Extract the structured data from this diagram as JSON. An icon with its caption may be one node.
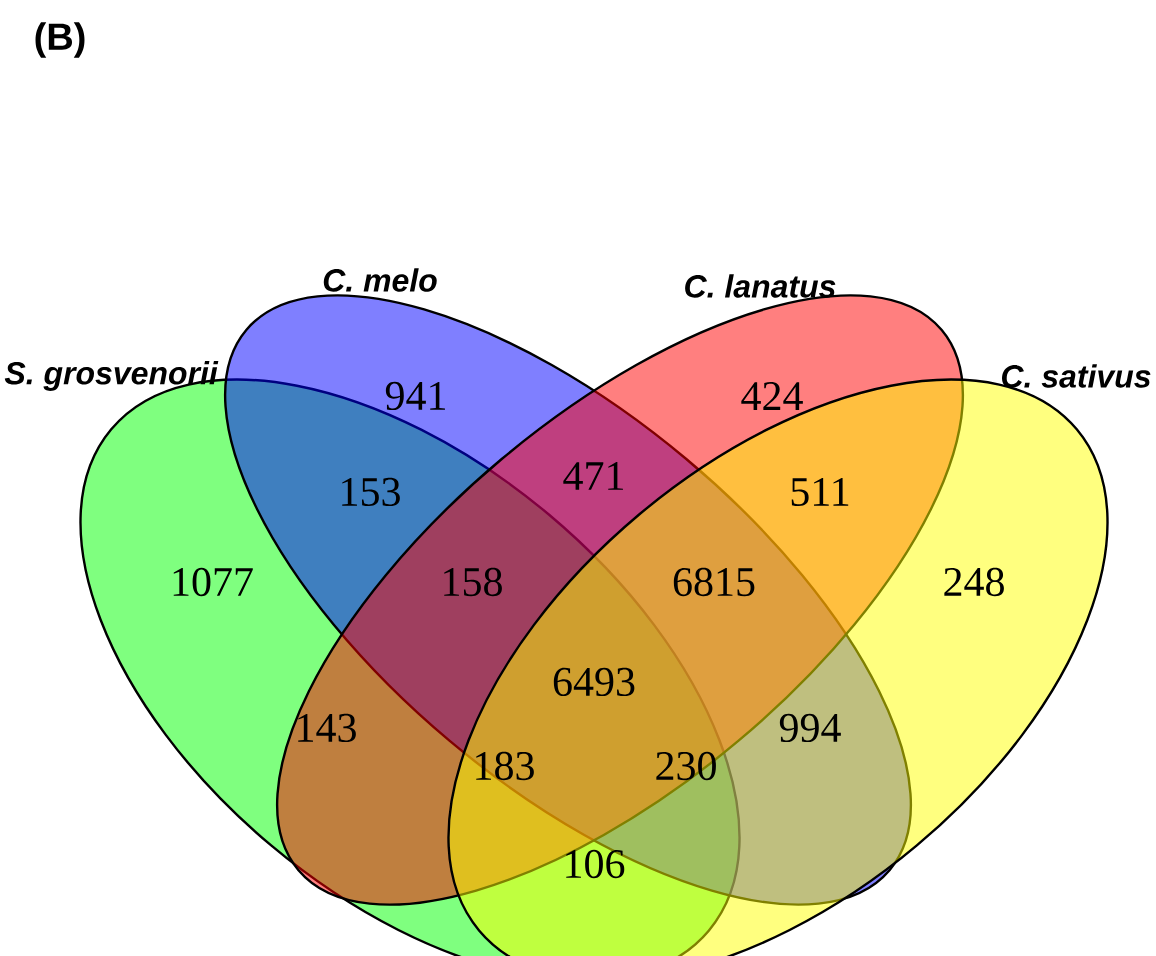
{
  "diagram": {
    "nodes": [
      {
        "text": [
          "*S. grosvenorii*"
        ]
      },
      {
        "text": [
          "*C. melo*"
        ]
      },
      {
        "text": [
          "*C. lanatus*"
        ]
      },
      {
        "text": [
          "*C. sativus*"
        ]
      }
    ],
    "edges": [],
    "labels": [
      "(B)",
      "941",
      "424",
      "153",
      "471",
      "511",
      "1077",
      "158",
      "6815",
      "248",
      "6493",
      "143",
      "994",
      "183",
      "230",
      "106"
    ]
  }
}
